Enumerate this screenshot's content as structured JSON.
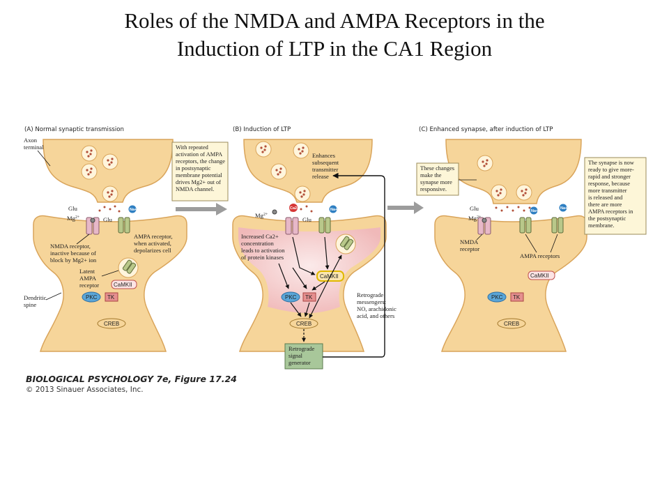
{
  "title_line1": "Roles of the NMDA and AMPA Receptors in the",
  "title_line2": "Induction of LTP in the CA1 Region",
  "panels": {
    "a": {
      "heading": "(A) Normal synaptic transmission",
      "axon_terminal": [
        "Axon",
        "terminal"
      ],
      "glu": "Glu",
      "mg": "Mg",
      "mg_sup": "2+",
      "glu2": "Glu",
      "na": "Na+",
      "nmda_label": [
        "NMDA receptor,",
        "inactive because of",
        "block by Mg2+ ion"
      ],
      "ampa_label": [
        "AMPA receptor,",
        "when activated,",
        "depolarizes cell"
      ],
      "latent_label": [
        "Latent",
        "AMPA",
        "receptor"
      ],
      "dendritic_spine": [
        "Dendritic",
        "spine"
      ],
      "camkii": "CaMKII",
      "pkc": "PKC",
      "tk": "TK",
      "creb": "CREB"
    },
    "b": {
      "heading": "(B) Induction of LTP",
      "note_lines": [
        "With repeated",
        "activation of AMPA",
        "receptors, the change",
        "in postsynaptic",
        "membrane potential",
        "drives Mg2+ out of",
        "NMDA channel."
      ],
      "enhances": [
        "Enhances",
        "subsequent",
        "transmitter",
        "release"
      ],
      "mg": "Mg",
      "mg_sup": "2+",
      "ca": "Ca2+",
      "glu": "Glu",
      "na": "Na+",
      "increased": [
        "Increased Ca2+",
        "concentration",
        "leads to activation",
        "of  protein kinases"
      ],
      "camkii": "CaMKII",
      "pkc": "PKC",
      "tk": "TK",
      "creb": "CREB",
      "retrograde_messengers": [
        "Retrograde",
        "messengers:",
        "NO, arachidonic",
        "acid, and others"
      ],
      "generator": [
        "Retrograde",
        "signal",
        "generator"
      ]
    },
    "c": {
      "heading": "(C) Enhanced synapse, after induction of LTP",
      "changes": [
        "These changes",
        "make the",
        "synapse more",
        "responsive."
      ],
      "synapse_note": [
        "The synapse is now",
        "ready to give more-",
        "rapid and stronger",
        "response, because",
        "more transmitter",
        "is released and",
        "there are more",
        "AMPA receptors in",
        "the postsynaptic",
        "membrane."
      ],
      "glu": "Glu",
      "mg": "Mg",
      "mg_sup": "2+",
      "na": "Na+",
      "nmda_label": [
        "NMDA",
        "receptor"
      ],
      "ampa_label": "AMPA receptors",
      "camkii": "CaMKII",
      "pkc": "PKC",
      "tk": "TK",
      "creb": "CREB"
    }
  },
  "caption_line1": "BIOLOGICAL PSYCHOLOGY 7e, Figure 17.24",
  "caption_line2": "© 2013 Sinauer Associates, Inc.",
  "colors": {
    "cell_fill": "#f6d59a",
    "cell_stroke": "#d9a45a",
    "ltp_fill": "#f2c4c4",
    "note_fill": "#fdf6d8",
    "pkc": "#5ba6d8",
    "tk": "#e58f8f",
    "generator": "#a8c79a",
    "arrow_gray": "#9c9c9c"
  }
}
